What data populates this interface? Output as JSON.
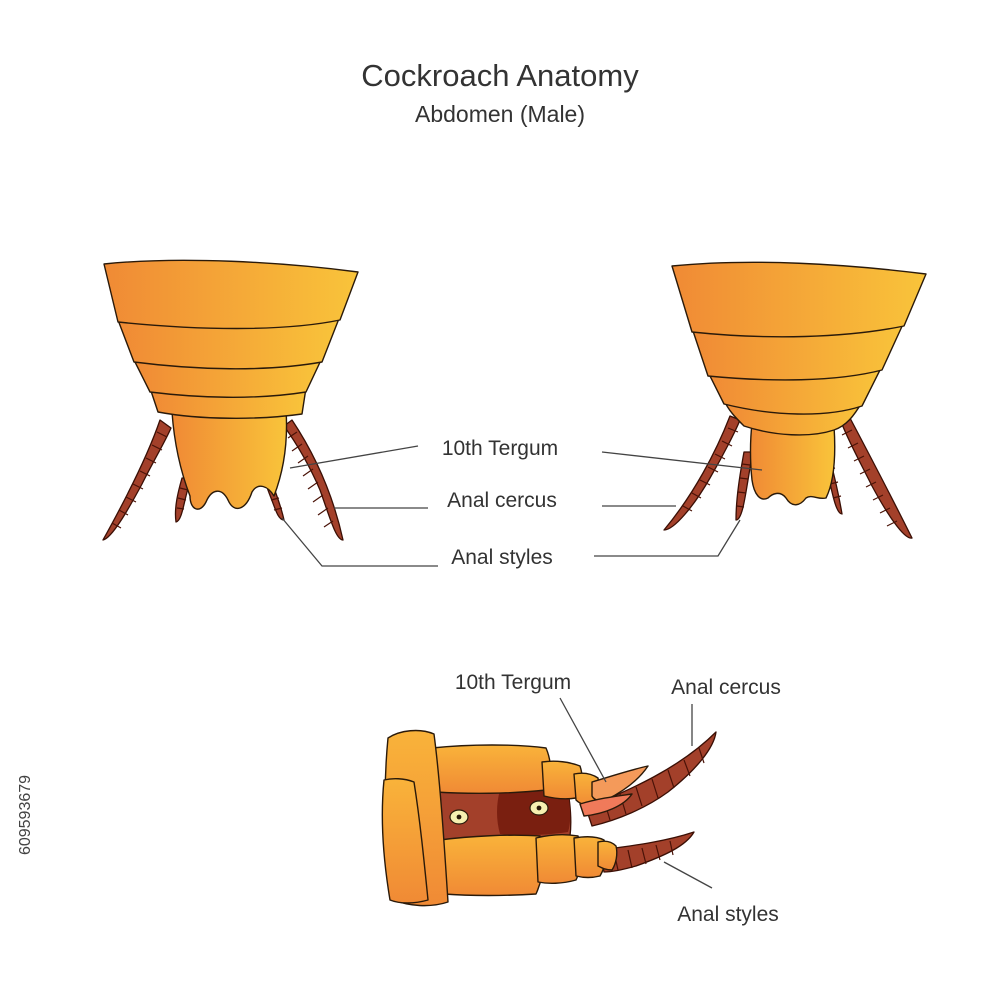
{
  "title": "Cockroach Anatomy",
  "subtitle": "Abdomen (Male)",
  "labels": {
    "tergum": "10th Tergum",
    "cercus": "Anal cercus",
    "styles": "Anal styles"
  },
  "bottom_labels": {
    "tergum": "10th Tergum",
    "cercus": "Anal cercus",
    "styles": "Anal styles"
  },
  "side_id": "609593679",
  "colors": {
    "body_light": "#f9c43a",
    "body_dark": "#f08a35",
    "appendage": "#a3402a",
    "outline": "#2a1a0a",
    "text": "#333333"
  }
}
